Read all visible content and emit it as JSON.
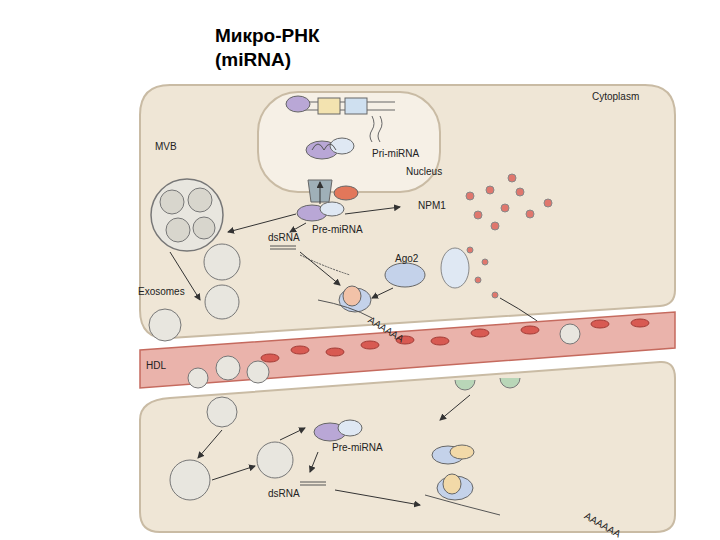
{
  "diagram": {
    "title": "Микро-РНК (miRNA)",
    "nodes": [
      {
        "text": [
          "Cytoplasm"
        ]
      },
      {
        "text": [
          "Pri-miRNA",
          "Nucleus"
        ],
        "in": 0
      },
      {
        "text": [
          "MVB"
        ],
        "in": 0
      }
    ],
    "labels": [
      "Pre-miRNA",
      "NPM1",
      "dsRNA",
      "Ago2",
      "AAAAAA",
      "Exosomes",
      "HDL",
      "Pre-miRNA",
      "dsRNA",
      "AAAAAA"
    ]
  }
}
